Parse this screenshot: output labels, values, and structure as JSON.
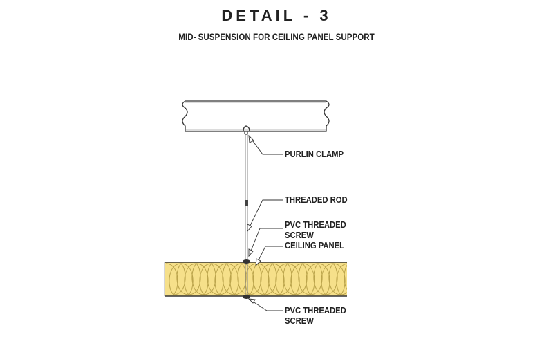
{
  "diagram": {
    "title": "DETAIL - 3",
    "subtitle": "MID- SUSPENSION FOR CEILING PANEL SUPPORT",
    "labels": {
      "purlin_clamp": "PURLIN CLAMP",
      "threaded_rod": "THREADED ROD",
      "pvc_screw_top_line1": "PVC THREADED",
      "pvc_screw_top_line2": "SCREW",
      "ceiling_panel": "CEILING PANEL",
      "pvc_screw_bottom_line1": "PVC THREADED",
      "pvc_screw_bottom_line2": "SCREW"
    },
    "colors": {
      "panel_fill": "#f6e08a",
      "insulation_stroke": "#b9a24a",
      "line": "#333333",
      "rod": "#888888"
    }
  }
}
